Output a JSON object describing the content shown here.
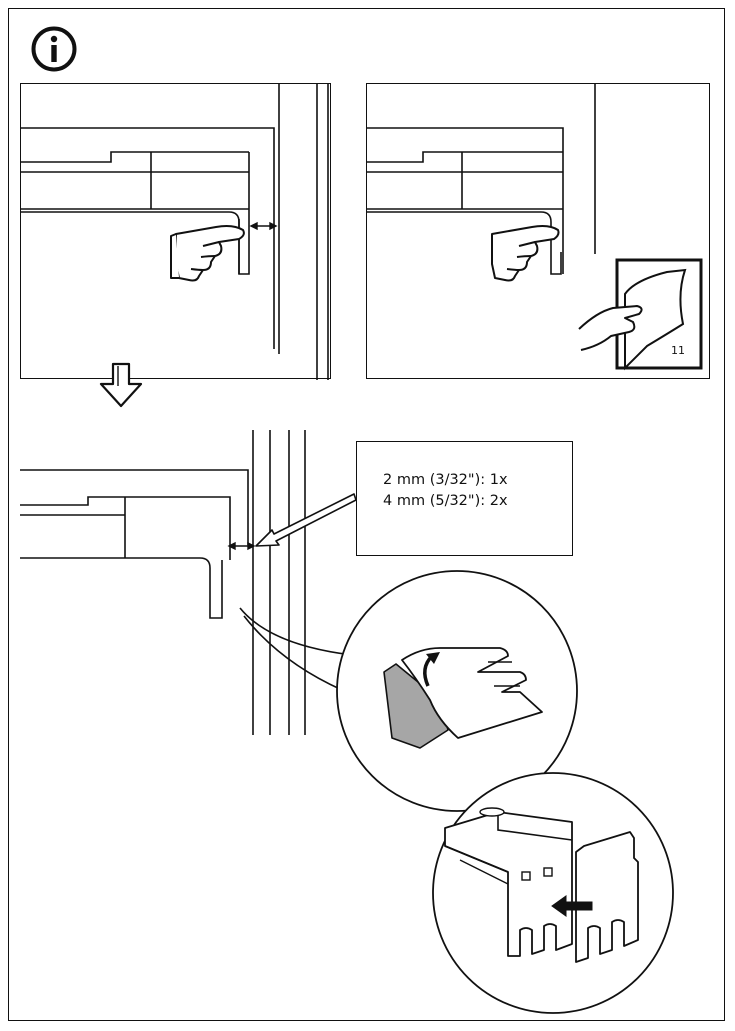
{
  "info_icon": {
    "name": "info-icon",
    "glyph": "i"
  },
  "note": {
    "lines": [
      "2 mm (3/32\"): 1x",
      "4 mm (5/32\"): 2x"
    ]
  },
  "booklet_page_number": "11",
  "colors": {
    "line": "#111111",
    "adhesive_backing": "#a6a6a6",
    "background": "#ffffff"
  }
}
